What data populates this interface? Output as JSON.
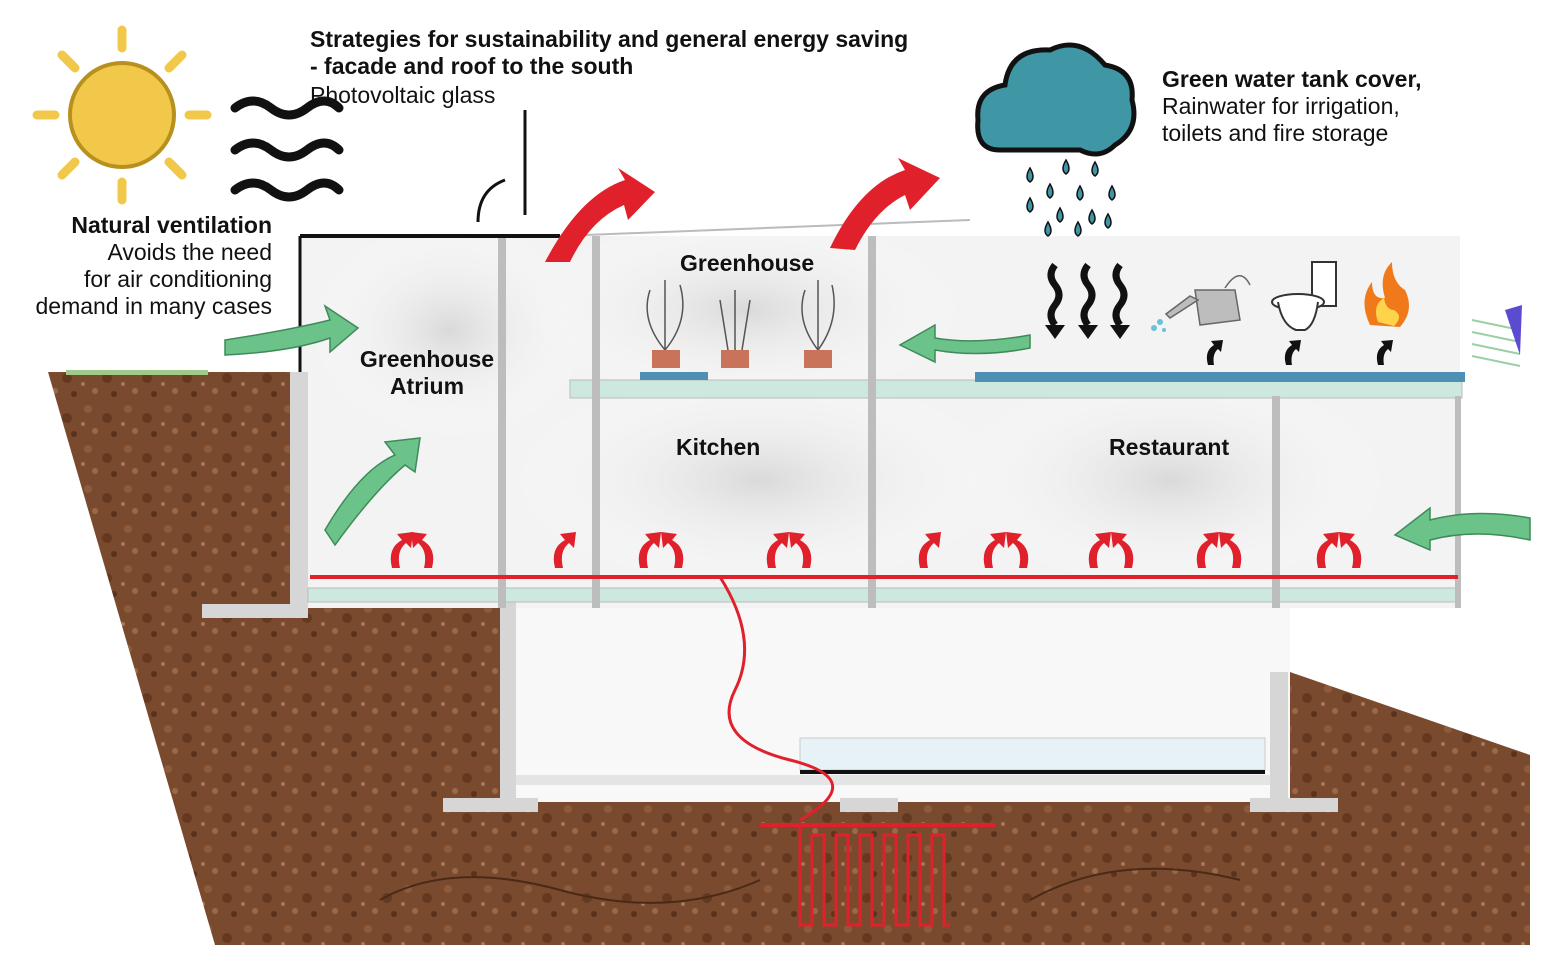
{
  "strategies": {
    "title_line1": "Strategies for sustainability and general energy saving",
    "title_line2": "- facade and roof to the south",
    "subtitle": "Photovoltaic glass"
  },
  "water": {
    "title": "Green water tank cover,",
    "line1": "Rainwater for irrigation,",
    "line2": "toilets and fire storage"
  },
  "ventilation": {
    "title": "Natural ventilation",
    "line1": "Avoids the need",
    "line2": "for air conditioning",
    "line3": "demand in many cases"
  },
  "rooms": {
    "greenhouse": "Greenhouse",
    "atrium_line1": "Greenhouse",
    "atrium_line2": "Atrium",
    "kitchen": "Kitchen",
    "restaurant": "Restaurant"
  },
  "colors": {
    "soil": "#7a4a2e",
    "heat_red": "#e0202a",
    "air_green": "#6cc38a",
    "cloud": "#3f97a6",
    "sun": "#f2c84b"
  },
  "icons": [
    "sun-icon",
    "wind-icon",
    "rain-cloud-icon",
    "watering-can-icon",
    "toilet-icon",
    "fire-icon",
    "wind-turbine-icon",
    "plant-icon"
  ]
}
